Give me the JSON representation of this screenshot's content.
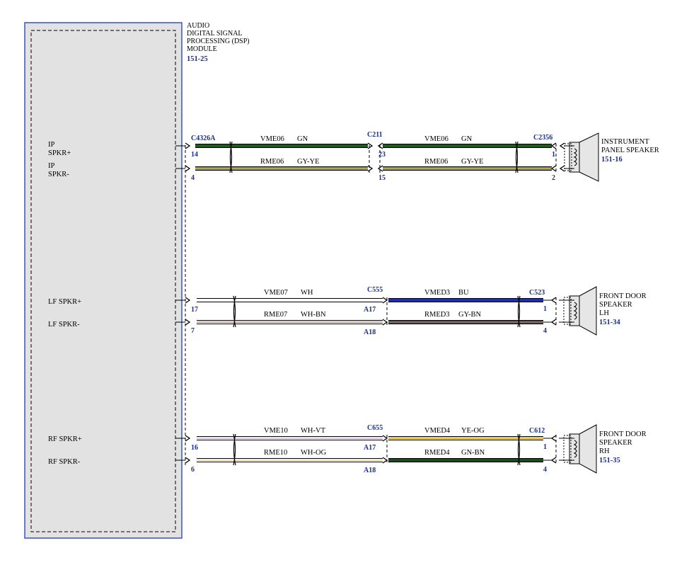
{
  "module": {
    "title_lines": [
      "AUDIO",
      "DIGITAL SIGNAL",
      "PROCESSING (DSP)",
      "MODULE"
    ],
    "ref": "151-25"
  },
  "pins": {
    "ip_plus": [
      "IP",
      "SPKR+"
    ],
    "ip_minus": [
      "IP",
      "SPKR-"
    ],
    "lf_plus": "LF SPKR+",
    "lf_minus": "LF SPKR-",
    "rf_plus": "RF SPKR+",
    "rf_minus": "RF SPKR-"
  },
  "connectors": {
    "c4326a": "C4326A",
    "c211": "C211",
    "c2356": "C2356",
    "c555": "C555",
    "c523": "C523",
    "c655": "C655",
    "c612": "C612"
  },
  "pin_numbers": {
    "p14": "14",
    "p4": "4",
    "p23": "23",
    "p15": "15",
    "p1a": "1",
    "p2": "2",
    "p17": "17",
    "p7": "7",
    "a17a": "A17",
    "a18a": "A18",
    "p1b": "1",
    "p4b": "4",
    "p16": "16",
    "p6": "6",
    "a17b": "A17",
    "a18b": "A18",
    "p1c": "1",
    "p4c": "4"
  },
  "wires": {
    "ip_plus_left": {
      "circuit": "VME06",
      "color_code": "GN"
    },
    "ip_plus_right": {
      "circuit": "VME06",
      "color_code": "GN"
    },
    "ip_minus_left": {
      "circuit": "RME06",
      "color_code": "GY-YE"
    },
    "ip_minus_right": {
      "circuit": "RME06",
      "color_code": "GY-YE"
    },
    "lf_plus_left": {
      "circuit": "VME07",
      "color_code": "WH"
    },
    "lf_plus_right": {
      "circuit": "VMED3",
      "color_code": "BU"
    },
    "lf_minus_left": {
      "circuit": "RME07",
      "color_code": "WH-BN"
    },
    "lf_minus_right": {
      "circuit": "RMED3",
      "color_code": "GY-BN"
    },
    "rf_plus_left": {
      "circuit": "VME10",
      "color_code": "WH-VT"
    },
    "rf_plus_right": {
      "circuit": "VMED4",
      "color_code": "YE-OG"
    },
    "rf_minus_left": {
      "circuit": "RME10",
      "color_code": "WH-OG"
    },
    "rf_minus_right": {
      "circuit": "RMED4",
      "color_code": "GN-BN"
    }
  },
  "speakers": {
    "ip": {
      "lines": [
        "INSTRUMENT",
        "PANEL SPEAKER"
      ],
      "ref": "151-16"
    },
    "lf": {
      "lines": [
        "FRONT DOOR",
        "SPEAKER",
        "LH"
      ],
      "ref": "151-34"
    },
    "rf": {
      "lines": [
        "FRONT DOOR",
        "SPEAKER",
        "RH"
      ],
      "ref": "151-35"
    }
  },
  "colors": {
    "green": "#1f5a1f",
    "gray_yellow": "#8a8a55",
    "white": "#ffffff",
    "white_brown": "#e8d8d0",
    "blue": "#1f2fb0",
    "gray_brown": "#5e4a42",
    "white_violet": "#e8d8ee",
    "yellow_orange": "#e8d870",
    "white_orange": "#f0e0b8",
    "green_brown": "#1f4a1f",
    "label_blue": "#1a2f8c",
    "module_fill": "#e2e2e2",
    "module_border": "#3a55b8"
  }
}
